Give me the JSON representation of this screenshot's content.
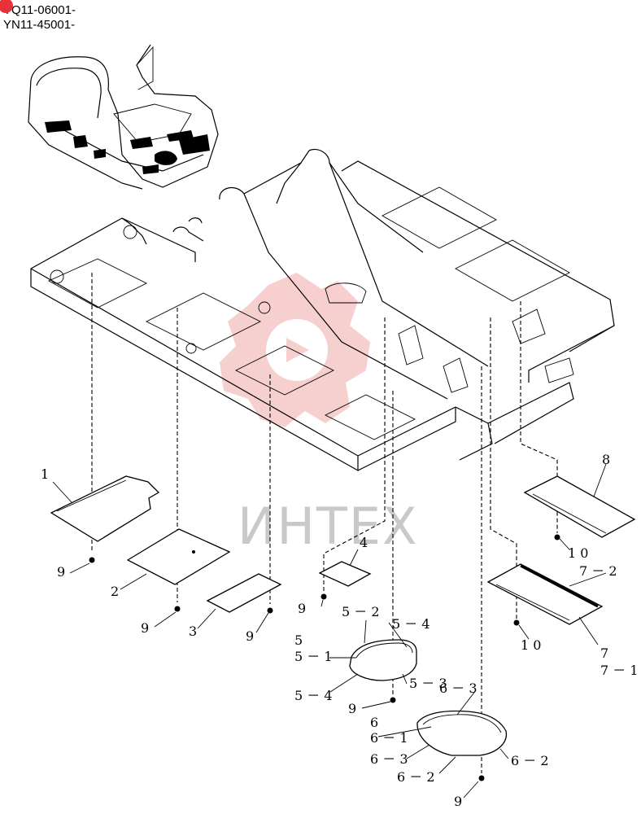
{
  "header": {
    "line1": "YQ11-06001-",
    "line2": "YN11-45001-",
    "marker_color": "#e8323a"
  },
  "watermark": {
    "text": "ИНТЕХ",
    "gear_color": "#f0a8a8"
  },
  "labels": {
    "p1": "1",
    "p2": "2",
    "p3": "3",
    "p4": "4",
    "p5": "5",
    "p5_1": "5 － 1",
    "p5_2": "5 － 2",
    "p5_3": "5 － 3",
    "p5_4a": "5 － 4",
    "p5_4b": "5 － 4",
    "p6": "6",
    "p6_1": "6 － 1",
    "p6_2a": "6 － 2",
    "p6_2b": "6 － 2",
    "p6_3a": "6 － 3",
    "p6_3b": "6 － 3",
    "p7": "7",
    "p7_1": "7 － 1",
    "p7_2": "7 － 2",
    "p8": "8",
    "p9a": "9",
    "p9b": "9",
    "p9c": "9",
    "p9d": "9",
    "p9e": "9",
    "p9f": "9",
    "p10a": "1 0",
    "p10b": "1 0"
  }
}
